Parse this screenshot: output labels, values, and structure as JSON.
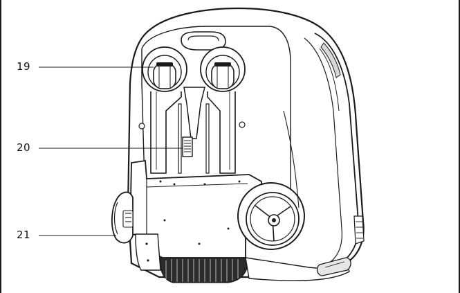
{
  "callouts": [
    {
      "id": "19",
      "label": "19"
    },
    {
      "id": "20",
      "label": "20"
    },
    {
      "id": "21",
      "label": "21"
    }
  ],
  "colors": {
    "line": "#1a1a1a",
    "background": "#ffffff",
    "shade": "#e6e6e6",
    "grille": "#2b2b2b"
  }
}
